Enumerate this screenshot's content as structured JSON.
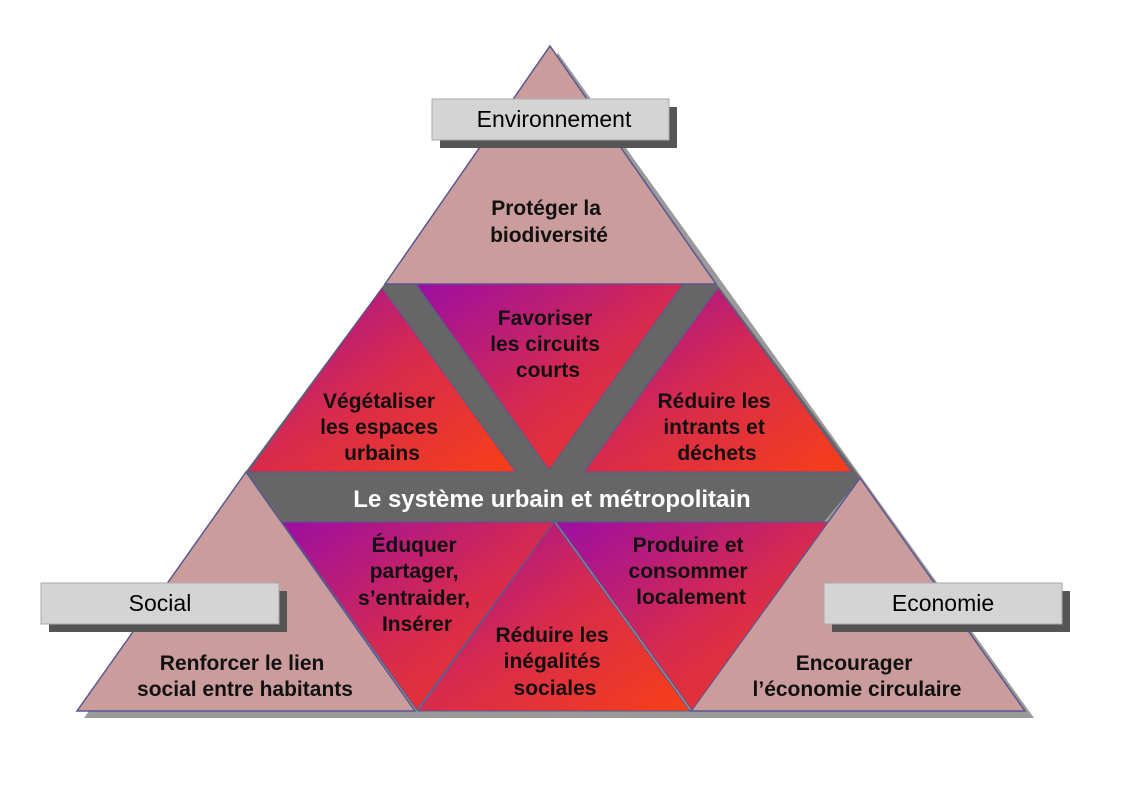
{
  "labels": {
    "environment": "Environnement",
    "social": "Social",
    "economy": "Economie"
  },
  "center": "Le système urbain et métropolitain",
  "corners": {
    "top": [
      "Protéger la",
      "biodiversité"
    ],
    "bottom_left": [
      "Renforcer le lien",
      "social entre habitants"
    ],
    "bottom_right": [
      "Encourager",
      "l’économie circulaire"
    ]
  },
  "inner": {
    "favoriser": [
      "Favoriser",
      "les circuits",
      "courts"
    ],
    "vegetaliser": [
      "Végétaliser",
      "les espaces",
      "urbains"
    ],
    "reduire_intrants": [
      "Réduire les",
      "intrants et",
      "déchets"
    ],
    "eduquer": [
      "Éduquer",
      "partager,",
      "s’entraider,",
      "Insérer"
    ],
    "reduire_inegalites": [
      "Réduire les",
      "inégalités",
      "sociales"
    ],
    "produire": [
      "Produire et",
      "consommer",
      "localement"
    ]
  },
  "colors": {
    "corner_fill": "#cb9c9c",
    "band": "#666666",
    "label_box": "#d4d4d4",
    "gradient_purple": "#9b0ea3",
    "gradient_red": "#d82b4c",
    "gradient_orange": "#f73f17"
  }
}
